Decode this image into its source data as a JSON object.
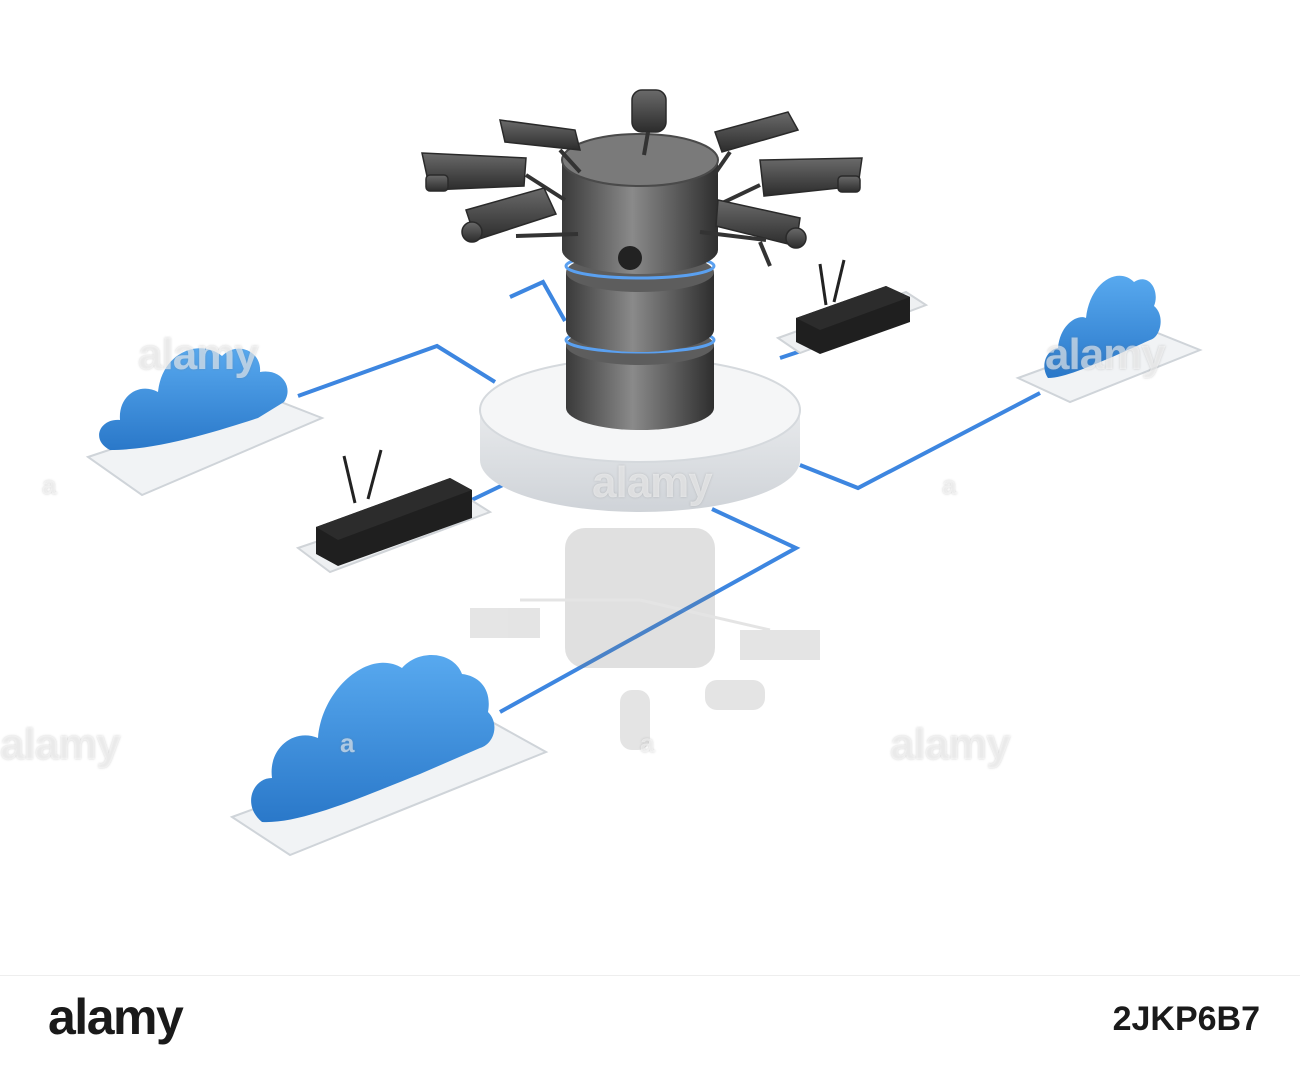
{
  "watermark": {
    "text": "alamy",
    "small": "a"
  },
  "footer": {
    "logo": "alamy",
    "image_id": "2JKP6B7"
  },
  "colors": {
    "cloud": "#3b8ed8",
    "cable": "#3d86e0",
    "router": "#1f1f1f",
    "server": "#5a5a5a",
    "pedestal": "#e7e9ec"
  },
  "icons": [
    "cloud-icon",
    "router-icon",
    "server-icon",
    "camera-icon"
  ]
}
